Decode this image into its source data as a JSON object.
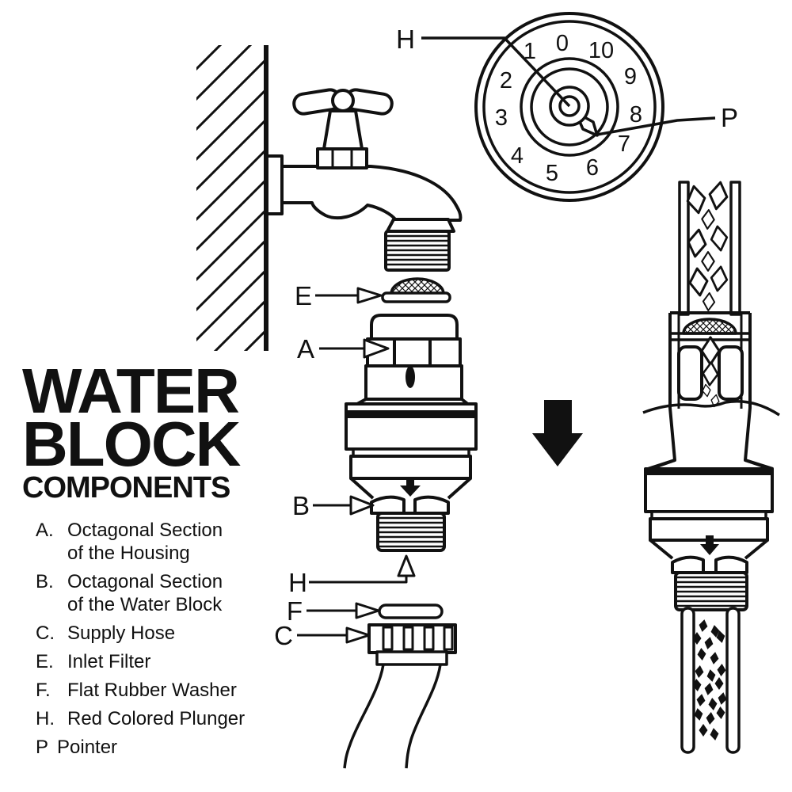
{
  "title": {
    "line1": "WATER",
    "line2": "BLOCK",
    "line3": "COMPONENTS"
  },
  "legend": {
    "items": [
      {
        "key": "A.",
        "line1": "Octagonal Section",
        "line2": "of the Housing"
      },
      {
        "key": "B.",
        "line1": "Octagonal Section",
        "line2": "of the Water Block"
      },
      {
        "key": "C.",
        "line1": "Supply Hose",
        "line2": ""
      },
      {
        "key": "E.",
        "line1": "Inlet Filter",
        "line2": ""
      },
      {
        "key": "F.",
        "line1": "Flat Rubber Washer",
        "line2": ""
      },
      {
        "key": "H.",
        "line1": "Red Colored Plunger",
        "line2": ""
      },
      {
        "key": "P",
        "line1": "Pointer",
        "line2": ""
      }
    ]
  },
  "dial": {
    "numbers": [
      "0",
      "1",
      "2",
      "3",
      "4",
      "5",
      "6",
      "7",
      "8",
      "9",
      "10"
    ],
    "plunger_label": "H",
    "pointer_label": "P"
  },
  "callouts": {
    "inlet_filter": "E",
    "housing_octagon": "A",
    "block_octagon": "B",
    "plunger": "H",
    "washer": "F",
    "hose": "C"
  },
  "colors": {
    "ink": "#111111",
    "background": "#ffffff"
  }
}
